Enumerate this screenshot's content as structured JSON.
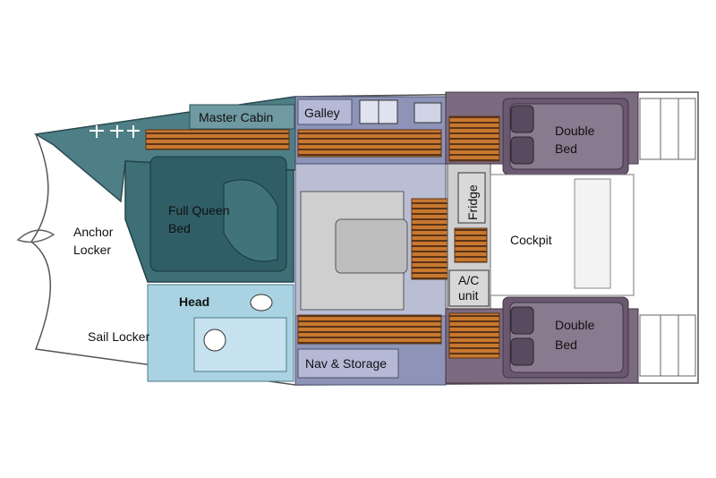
{
  "labels": {
    "master_cabin": "Master Cabin",
    "galley": "Galley",
    "full_queen_1": "Full Queen",
    "full_queen_2": "Bed",
    "anchor_1": "Anchor",
    "anchor_2": "Locker",
    "head": "Head",
    "sail_locker": "Sail Locker",
    "nav_storage": "Nav & Storage",
    "fridge": "Fridge",
    "ac_1": "A/C",
    "ac_2": "unit",
    "cockpit": "Cockpit",
    "double_top_1": "Double",
    "double_top_2": "Bed",
    "double_bottom_1": "Double",
    "double_bottom_2": "Bed"
  },
  "colors": {
    "teal_hull": "#4f7f86",
    "dark_teal": "#2f5e66",
    "light_blue": "#a9d3e3",
    "lavender": "#8e94b8",
    "purple_hull": "#7c6a80",
    "teak": "#c8782f",
    "saloon_gray": "#cfcfcf"
  }
}
